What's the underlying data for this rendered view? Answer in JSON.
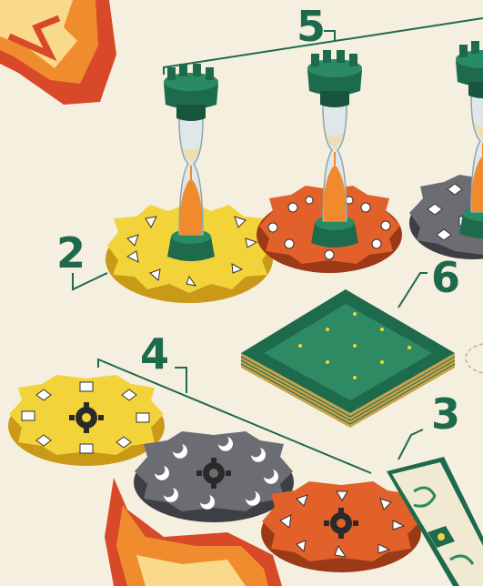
{
  "labels": {
    "five": "5",
    "two": "2",
    "six": "6",
    "four": "4",
    "three": "3"
  },
  "colors": {
    "background": "#f5efdf",
    "green": "#1e6a4c",
    "yellow": "#f3d33a",
    "orange": "#e2602a",
    "gray": "#6c6d72",
    "flame_red": "#d8492a",
    "flame_orange": "#ef8d2e",
    "flame_light": "#f9d98a",
    "sand": "#f08a2c"
  },
  "components": {
    "sand_timers": 3,
    "timer_bases": [
      "yellow-triangles",
      "orange-circles",
      "gray-diamonds"
    ],
    "gear_discs": [
      "yellow-squares",
      "gray-moons",
      "orange-triangles"
    ],
    "card_deck": "green-tiles",
    "bookmark_strip": "cream-green"
  }
}
